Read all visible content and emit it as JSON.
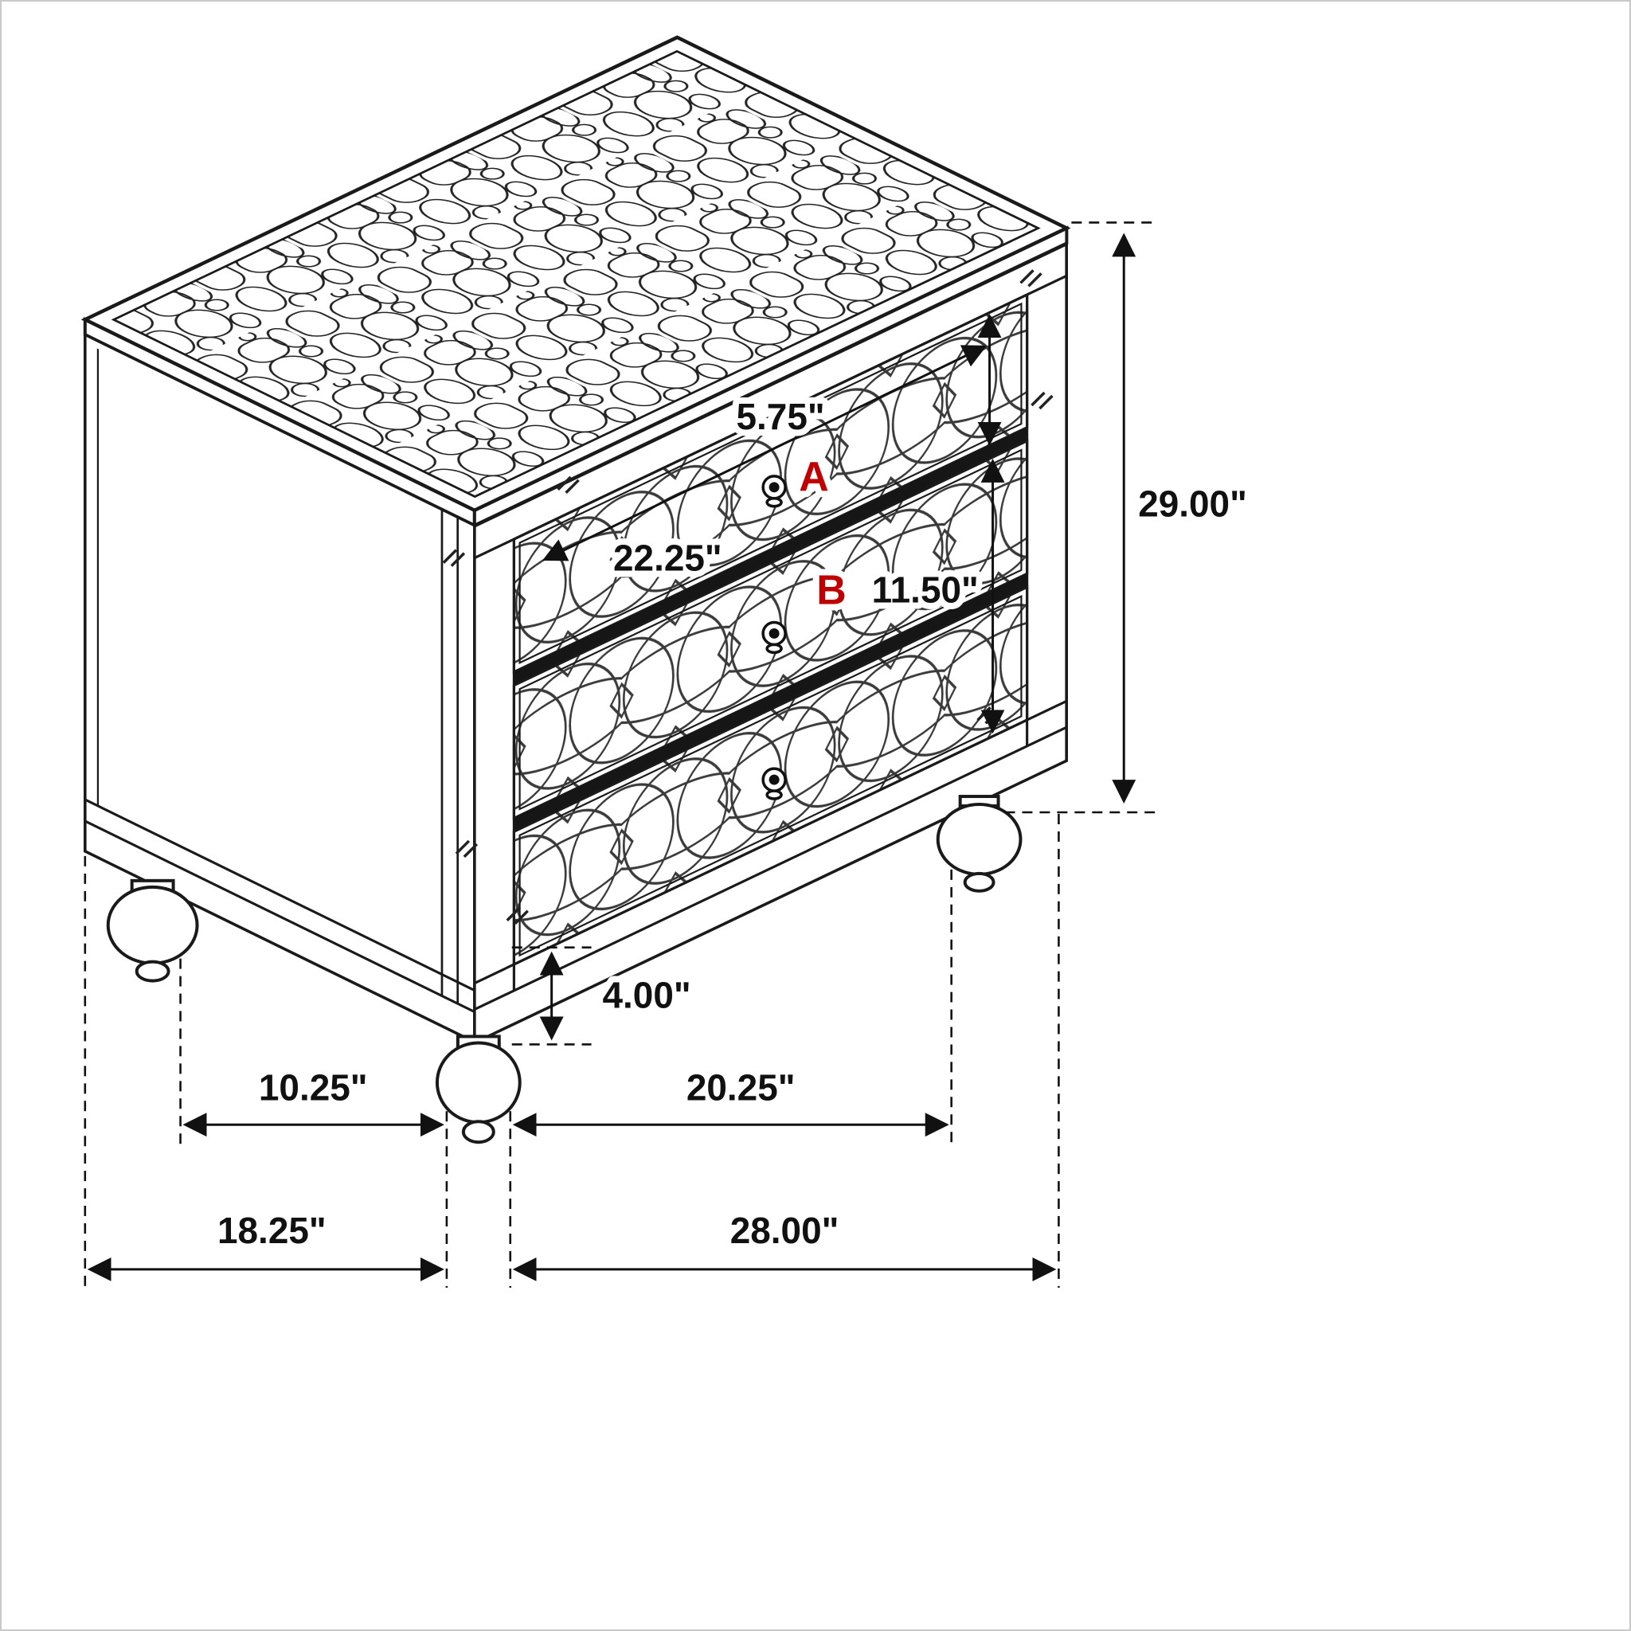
{
  "meta": {
    "background": "#ffffff",
    "line_color": "#1a1a1a",
    "accent_color": "#c00000",
    "border_color": "#c9c9c9"
  },
  "drawer_labels": {
    "a": "A",
    "b": "B"
  },
  "dimensions": {
    "top_drawer_height": "5.75\"",
    "overall_height": "29.00\"",
    "drawer_interior_width": "22.25\"",
    "lower_drawers_height": "11.50\"",
    "foot_height": "4.00\"",
    "foot_spacing_depth": "10.25\"",
    "foot_spacing_width": "20.25\"",
    "overall_depth": "18.25\"",
    "overall_width": "28.00\""
  }
}
